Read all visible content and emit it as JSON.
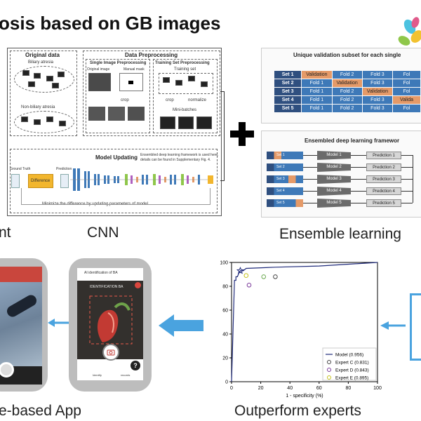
{
  "title": "osis based on  GB images",
  "captions": {
    "left_cut": "nt",
    "cnn": "CNN",
    "ensemble": "Ensemble learning",
    "app": "e-based App",
    "experts": "Outperform experts"
  },
  "cnn_panel": {
    "original_data": "Original data",
    "biliary": "Biliary atresia",
    "non_biliary": "Non-biliary atresia",
    "preprocessing": "Data Preprocessing",
    "single": "Single Image Preprocessing",
    "original_image": "Original image",
    "manual_mask": "Manual mask",
    "crop": "crop",
    "training_set_pre": "Training Set Preprocessing",
    "training_set": "Training set",
    "crop2": "crop",
    "normalize": "normalize",
    "mini_batches": "Mini-batches",
    "model_updating": "Model Updating",
    "ensembled_note": "Ensembled deep learning framework is used here,",
    "details_note": "details can be found in Supplementary Fig. 4.",
    "ground_truth": "Ground Truth",
    "prediction": "Prediction",
    "difference": "Difference",
    "minimize": "Minimize the difference by updating parameters of model"
  },
  "ensemble_panel": {
    "table_title": "Unique validation subset for each single",
    "rows": [
      {
        "set": "Set 1",
        "cells": [
          "Validation",
          "Fold 2",
          "Fold 3",
          "Fol"
        ]
      },
      {
        "set": "Set 2",
        "cells": [
          "Fold 1",
          "Validation",
          "Fold 3",
          "Fol"
        ]
      },
      {
        "set": "Set 3",
        "cells": [
          "Fold 1",
          "Fold 2",
          "Validation",
          "Fol"
        ]
      },
      {
        "set": "Set 4",
        "cells": [
          "Fold 1",
          "Fold 2",
          "Fold 3",
          "Valida"
        ]
      },
      {
        "set": "Set 5",
        "cells": [
          "Fold 1",
          "Fold 2",
          "Fold 3",
          "Fol"
        ]
      }
    ],
    "framework_title": "Ensembled deep learning framewor",
    "models": [
      "Model 1",
      "Model 2",
      "Model 3",
      "Model 4",
      "Model 5"
    ],
    "sets": [
      "Set 1",
      "Set 2",
      "Set 3",
      "Set 4",
      "Set 5"
    ],
    "predictions": [
      "Prediction 1",
      "Prediction 2",
      "Prediction 3",
      "Prediction 4",
      "Prediction 5"
    ]
  },
  "app": {
    "screen_title": "AI identification of BA",
    "banner": "IDENTIFICATION BA",
    "tab_identify": "Identify",
    "tab_records": "records",
    "help": "?"
  },
  "chart_data": {
    "type": "line",
    "xlabel": "1 - specificity (%)",
    "ylabel": "",
    "xlim": [
      0,
      100
    ],
    "ylim": [
      0,
      100
    ],
    "xticks": [
      0,
      20,
      40,
      60,
      80,
      100
    ],
    "yticks": [
      0,
      20,
      40,
      60,
      80,
      100
    ],
    "series": [
      {
        "name": "Model (0.956)",
        "color": "#1f2a7a",
        "x": [
          0,
          2,
          3,
          3,
          4,
          5,
          6,
          8,
          10,
          30,
          60,
          100
        ],
        "y": [
          0,
          85,
          85,
          88,
          88,
          91,
          93,
          93,
          95,
          96,
          97,
          100
        ]
      }
    ],
    "experts": [
      {
        "name": "Expert C (0.831)",
        "color": "#444444",
        "x": 30,
        "y": 88
      },
      {
        "name": "Expert D (0.843)",
        "color": "#7a3a9a",
        "x": 12,
        "y": 81
      },
      {
        "name": "Expert E (0.895)",
        "color": "#c6c21a",
        "x": 10,
        "y": 89
      },
      {
        "name": "",
        "color": "#6aa84f",
        "x": 22,
        "y": 88
      }
    ],
    "star": {
      "x": 6,
      "y": 93
    },
    "legend": "bottom-right"
  },
  "colors": {
    "arrow": "#4aa3df",
    "table_set": "#2f4f7f",
    "table_fold": "#3e79b8",
    "table_val": "#e59a68"
  }
}
